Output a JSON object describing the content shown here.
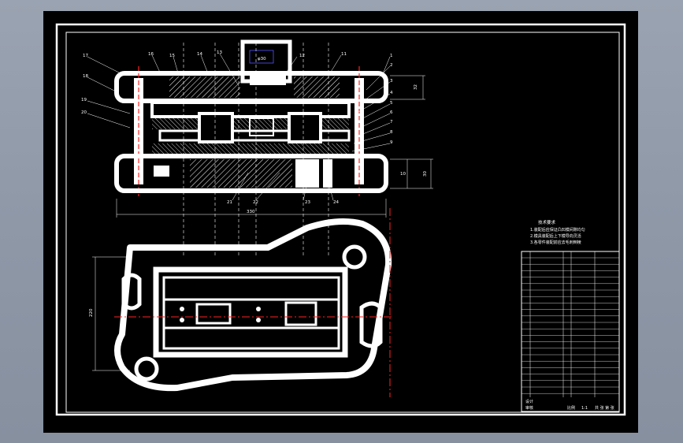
{
  "drawing": {
    "balloons": [
      "17",
      "18",
      "16",
      "15",
      "14",
      "13",
      "12",
      "11",
      "1",
      "2",
      "3",
      "4",
      "5",
      "6",
      "7",
      "8",
      "9",
      "19",
      "20",
      "21",
      "22",
      "23",
      "24"
    ],
    "dim_labels": {
      "top_note": "φ30",
      "side_top": "32",
      "side_bottom": "10",
      "side_bottom2": "30",
      "width": "330",
      "plan_height": "220"
    },
    "tech_req_title": "技术要求",
    "tech_req_lines": [
      "1.装配后应保证凸凹模间隙均匀",
      "2.模具装配后上下模导向灵活",
      "3.各零件装配前应去毛刺倒棱"
    ],
    "title_block": {
      "label_designer": "设计",
      "label_check": "审核",
      "label_scale": "比例",
      "scale_value": "1:1",
      "label_sheet": "共 张 第 张"
    }
  }
}
